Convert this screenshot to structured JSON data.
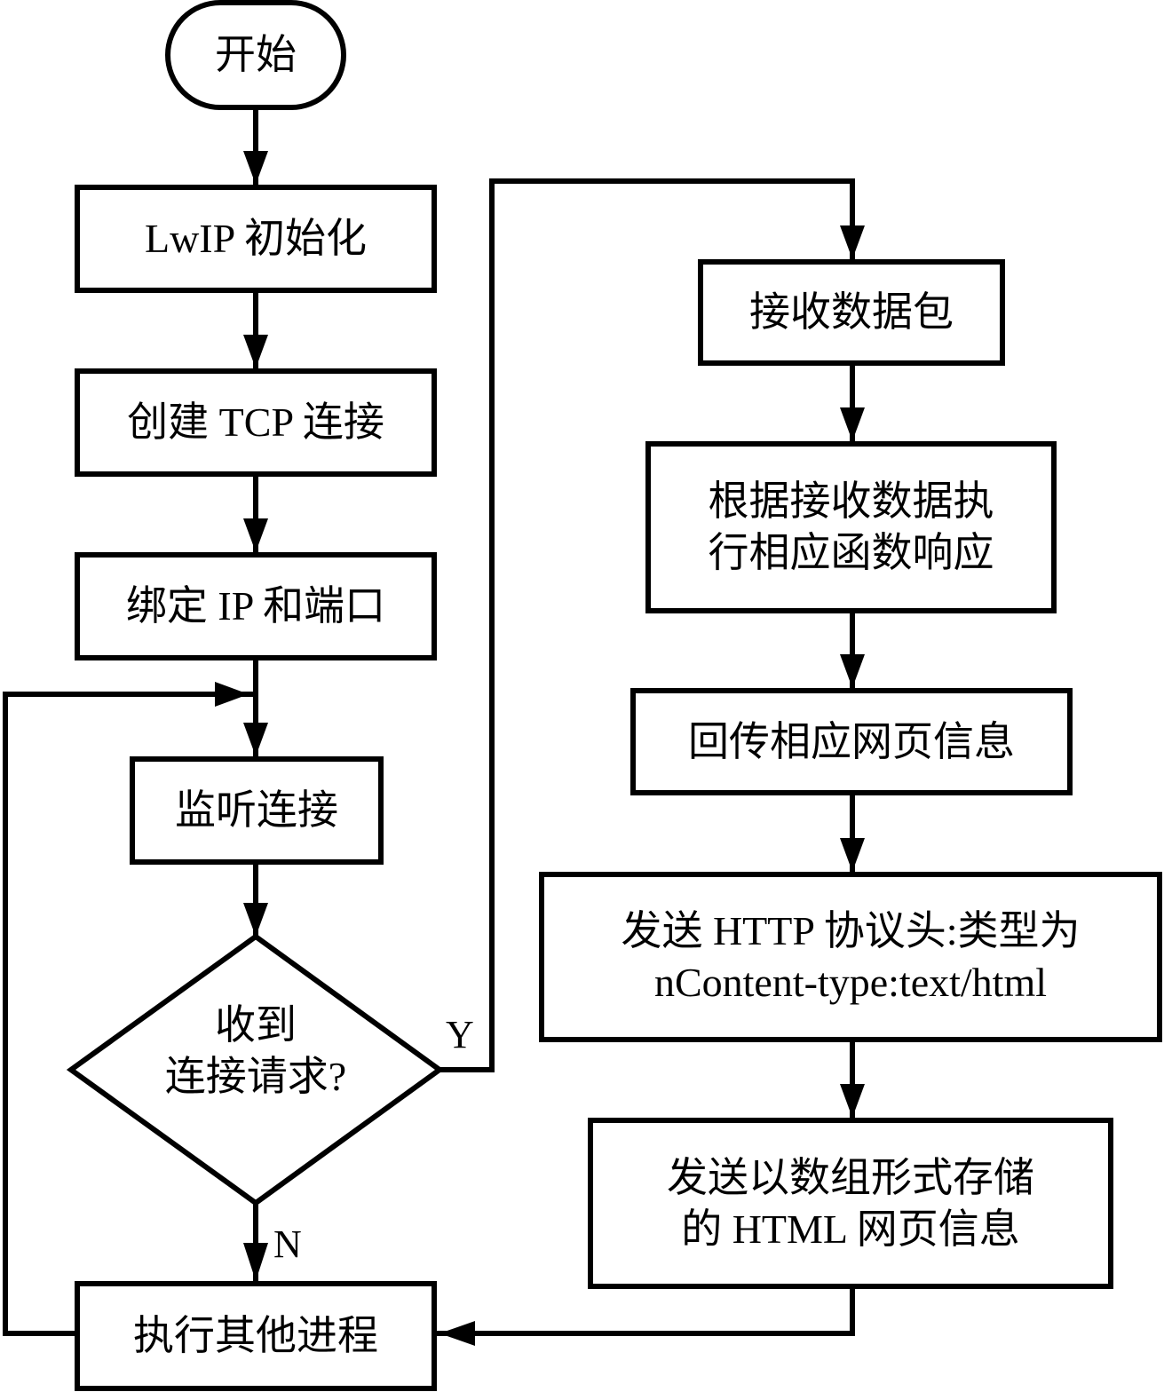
{
  "flowchart": {
    "start": "开始",
    "left_column": {
      "init": "LwIP 初始化",
      "create_tcp": "创建 TCP 连接",
      "bind": "绑定 IP 和端口",
      "listen": "监听连接",
      "decision": {
        "line1": "收到",
        "line2": "连接请求?"
      },
      "other": "执行其他进程"
    },
    "branch_labels": {
      "yes": "Y",
      "no": "N"
    },
    "right_column": {
      "receive": "接收数据包",
      "execute": {
        "line1": "根据接收数据执",
        "line2": "行相应函数响应"
      },
      "return_page": "回传相应网页信息",
      "send_header": {
        "line1": "发送 HTTP 协议头:类型为",
        "line2": "nContent-type:text/html"
      },
      "send_html": {
        "line1": "发送以数组形式存储",
        "line2": "的 HTML 网页信息"
      }
    },
    "colors": {
      "stroke": "#000000",
      "background": "#ffffff"
    }
  }
}
